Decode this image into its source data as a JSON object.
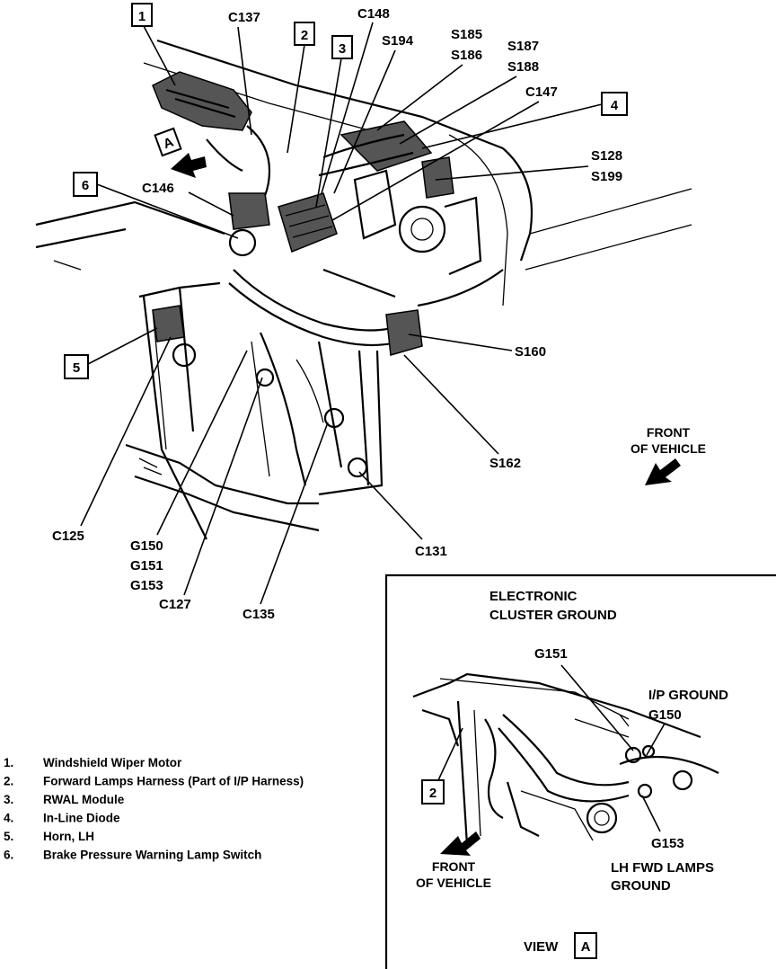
{
  "callouts": {
    "c1": "1",
    "c2": "2",
    "c3": "3",
    "c4": "4",
    "c5": "5",
    "c6": "6",
    "viewA_arrow": "A",
    "inset_c2": "2",
    "view_box": "A"
  },
  "labels": {
    "c137": "C137",
    "c148": "C148",
    "s194": "S194",
    "s185": "S185",
    "s186": "S186",
    "s187": "S187",
    "s188": "S188",
    "c147": "C147",
    "s128": "S128",
    "s199": "S199",
    "c146": "C146",
    "s160": "S160",
    "s162": "S162",
    "front_line1": "FRONT",
    "front_line2": "OF VEHICLE",
    "c125": "C125",
    "g150": "G150",
    "g151": "G151",
    "g153": "G153",
    "c127": "C127",
    "c135": "C135",
    "c131": "C131"
  },
  "inset": {
    "title_line1": "ELECTRONIC",
    "title_line2": "CLUSTER GROUND",
    "g151": "G151",
    "ip_ground": "I/P GROUND",
    "g150": "G150",
    "g153": "G153",
    "lh_line1": "LH FWD LAMPS",
    "lh_line2": "GROUND",
    "front_line1": "FRONT",
    "front_line2": "OF VEHICLE",
    "view_label": "VIEW"
  },
  "legend": [
    {
      "num": "1.",
      "text": "Windshield Wiper Motor"
    },
    {
      "num": "2.",
      "text": "Forward Lamps Harness (Part of I/P Harness)"
    },
    {
      "num": "3.",
      "text": "RWAL Module"
    },
    {
      "num": "4.",
      "text": "In-Line Diode"
    },
    {
      "num": "5.",
      "text": "Horn, LH"
    },
    {
      "num": "6.",
      "text": "Brake Pressure Warning Lamp Switch"
    }
  ]
}
